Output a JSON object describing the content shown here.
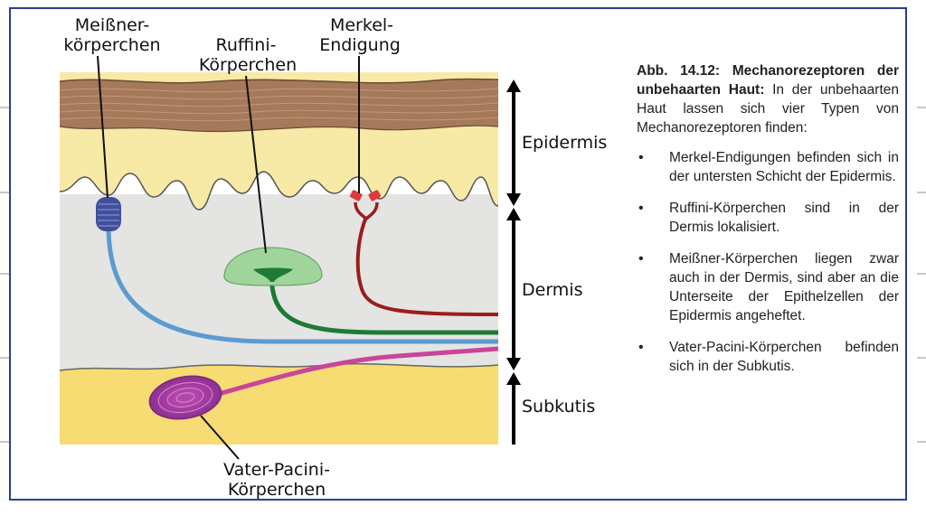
{
  "labels": {
    "meissner_l1": "Meißner-",
    "meissner_l2": "körperchen",
    "ruffini_l1": "Ruffini-",
    "ruffini_l2": "Körperchen",
    "merkel_l1": "Merkel-",
    "merkel_l2": "Endigung",
    "pacini_l1": "Vater-Pacini-",
    "pacini_l2": "Körperchen",
    "epidermis": "Epidermis",
    "dermis": "Dermis",
    "subkutis": "Subkutis"
  },
  "caption": {
    "title": "Abb. 14.12: Mechanorezeptoren der unbehaarten Haut:",
    "intro": " In der unbehaarten Haut lassen sich vier Typen von Mechanorezeptoren finden:",
    "bullets": [
      "Merkel-Endigungen befinden sich in der untersten Schicht der Epidermis.",
      "Ruffini-Körperchen sind in der Dermis lokalisiert.",
      "Meißner-Körperchen liegen zwar auch in der Dermis, sind aber an die Unterseite der Epithelzellen der Epidermis angeheftet.",
      "Vater-Pacini-Körperchen befinden sich in der Subkutis."
    ]
  },
  "colors": {
    "frame": "#2b3f8f",
    "stratum": "#a57a5a",
    "epidermis": "#f7e9a6",
    "dermis": "#e4e4e2",
    "subkutis": "#f6dc72",
    "meissner": "#3f4f9a",
    "meissner_nerve": "#5b9bd0",
    "ruffini": "#9fd59a",
    "ruffini_nerve": "#1e7a35",
    "merkel": "#e03a3a",
    "merkel_nerve": "#9c1c1c",
    "pacini": "#a23fa0",
    "pacini_nerve": "#c9449a"
  }
}
